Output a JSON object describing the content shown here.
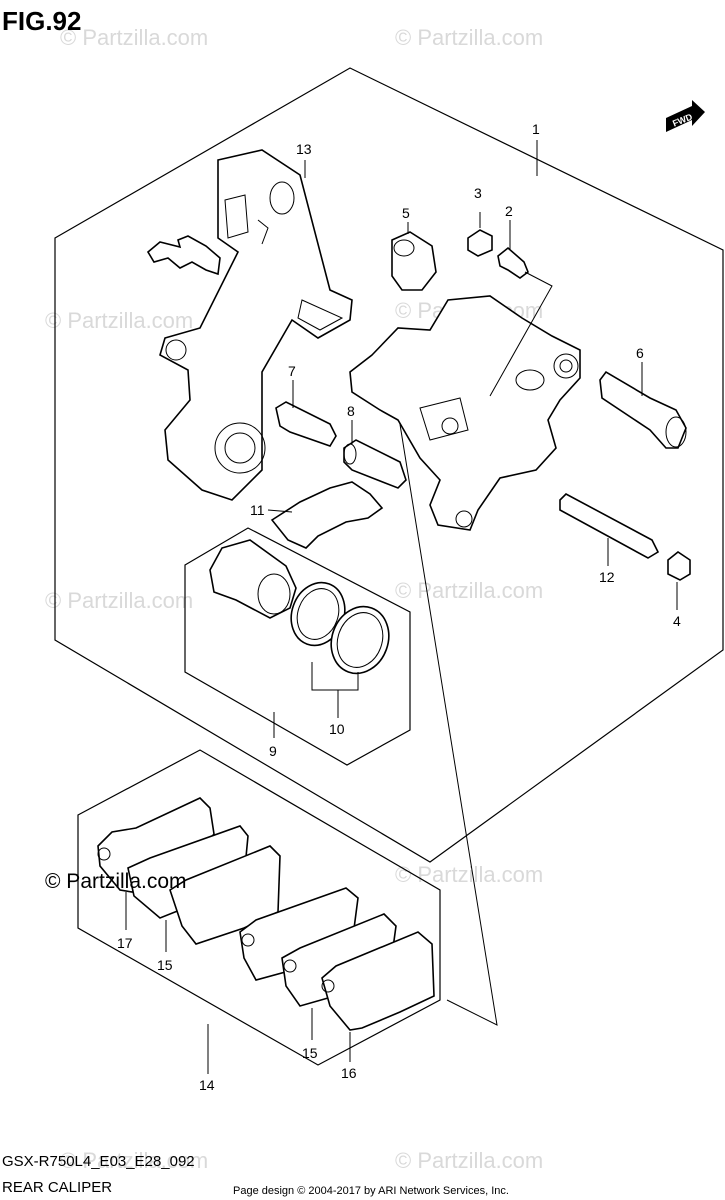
{
  "figure": {
    "title": "FIG.92",
    "model_code": "GSX-R750L4_E03_E28_092",
    "name": "REAR CALIPER",
    "credit": "Page design © 2004-2017 by ARI Network Services, Inc.",
    "fwd_label": "FWD"
  },
  "watermark": {
    "text": "© Partzilla.com"
  },
  "callouts": {
    "c1": "1",
    "c2": "2",
    "c3": "3",
    "c4": "4",
    "c5": "5",
    "c6": "6",
    "c7": "7",
    "c8": "8",
    "c9": "9",
    "c10": "10",
    "c11": "11",
    "c12": "12",
    "c13": "13",
    "c14": "14",
    "c15a": "15",
    "c15b": "15",
    "c16": "16",
    "c17": "17"
  }
}
